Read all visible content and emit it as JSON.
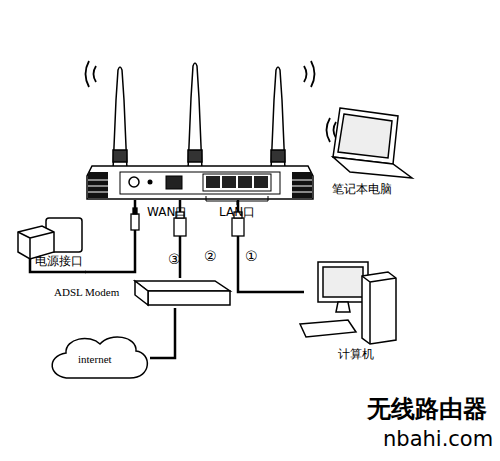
{
  "diagram": {
    "nodes": [
      {
        "text": [
          "WAN口",
          "LAN口"
        ]
      },
      {
        "text": [
          "笔记本电脑"
        ]
      },
      {
        "text": [
          "电源接口"
        ]
      },
      {
        "text": [
          "ADSL Modem"
        ]
      },
      {
        "text": [
          "internet"
        ]
      },
      {
        "text": [
          "计算机"
        ]
      }
    ],
    "edges": [
      {
        "from": 0,
        "to": 5,
        "arrow": "none",
        "label": "①"
      },
      {
        "from": 0,
        "to": 3,
        "arrow": "none",
        "label": "②"
      },
      {
        "from": 2,
        "to": 0,
        "arrow": "none",
        "label": "③"
      },
      {
        "from": 3,
        "to": 4,
        "arrow": "none"
      }
    ],
    "labels": [
      "无线路由器",
      "nbahi.com"
    ]
  }
}
